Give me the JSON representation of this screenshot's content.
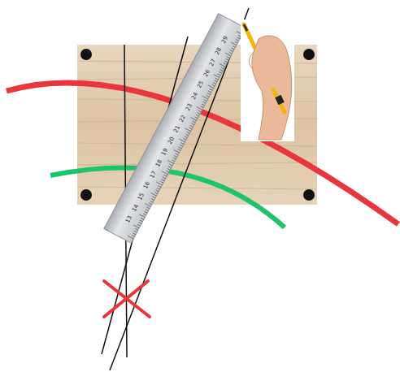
{
  "diagram": {
    "labels": [
      "13",
      "14",
      "15",
      "16",
      "17",
      "18",
      "19",
      "20",
      "21",
      "22",
      "23",
      "24",
      "25",
      "26",
      "27",
      "28",
      "29"
    ]
  }
}
